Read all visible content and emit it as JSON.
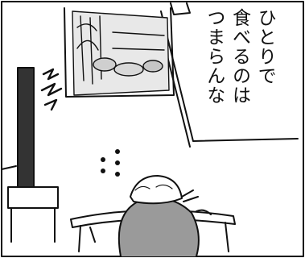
{
  "panel": {
    "caption_lines": [
      "ひとりで",
      "食べるのは",
      "つまらんな"
    ],
    "colors": {
      "ink": "#111111",
      "paper": "#ffffff",
      "tone": "#9a9a9a",
      "tone_dark": "#6e6e6e"
    }
  }
}
